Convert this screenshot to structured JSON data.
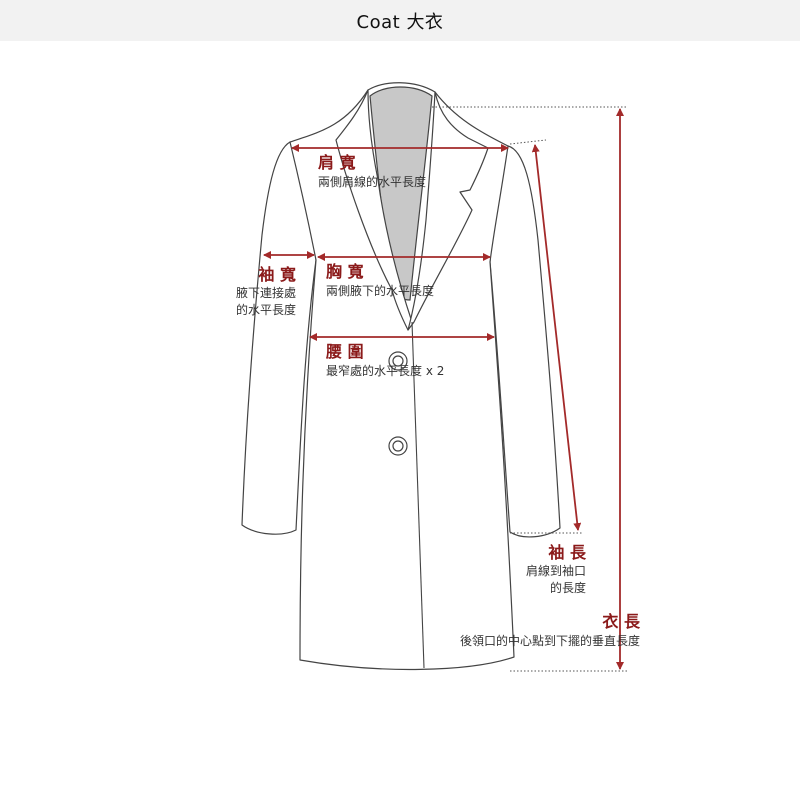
{
  "header": {
    "title": "Coat  大衣"
  },
  "colors": {
    "accent": "#a32a2a",
    "outline": "#444444",
    "collar_fill": "#c8c8c8"
  },
  "labels": {
    "shoulder": {
      "title": "肩 寬",
      "desc": "兩側肩線的水平長度"
    },
    "sleeve_width": {
      "title": "袖 寬",
      "desc_line1": "腋下連接處",
      "desc_line2": "的水平長度"
    },
    "chest": {
      "title": "胸 寬",
      "desc": "兩側腋下的水平長度"
    },
    "waist": {
      "title": "腰 圍",
      "desc": "最窄處的水平長度 x 2"
    },
    "sleeve_length": {
      "title": "袖 長",
      "desc_line1": "肩線到袖口",
      "desc_line2": "的長度"
    },
    "length": {
      "title": "衣 長",
      "desc": "後領口的中心點到下擺的垂直長度"
    }
  }
}
